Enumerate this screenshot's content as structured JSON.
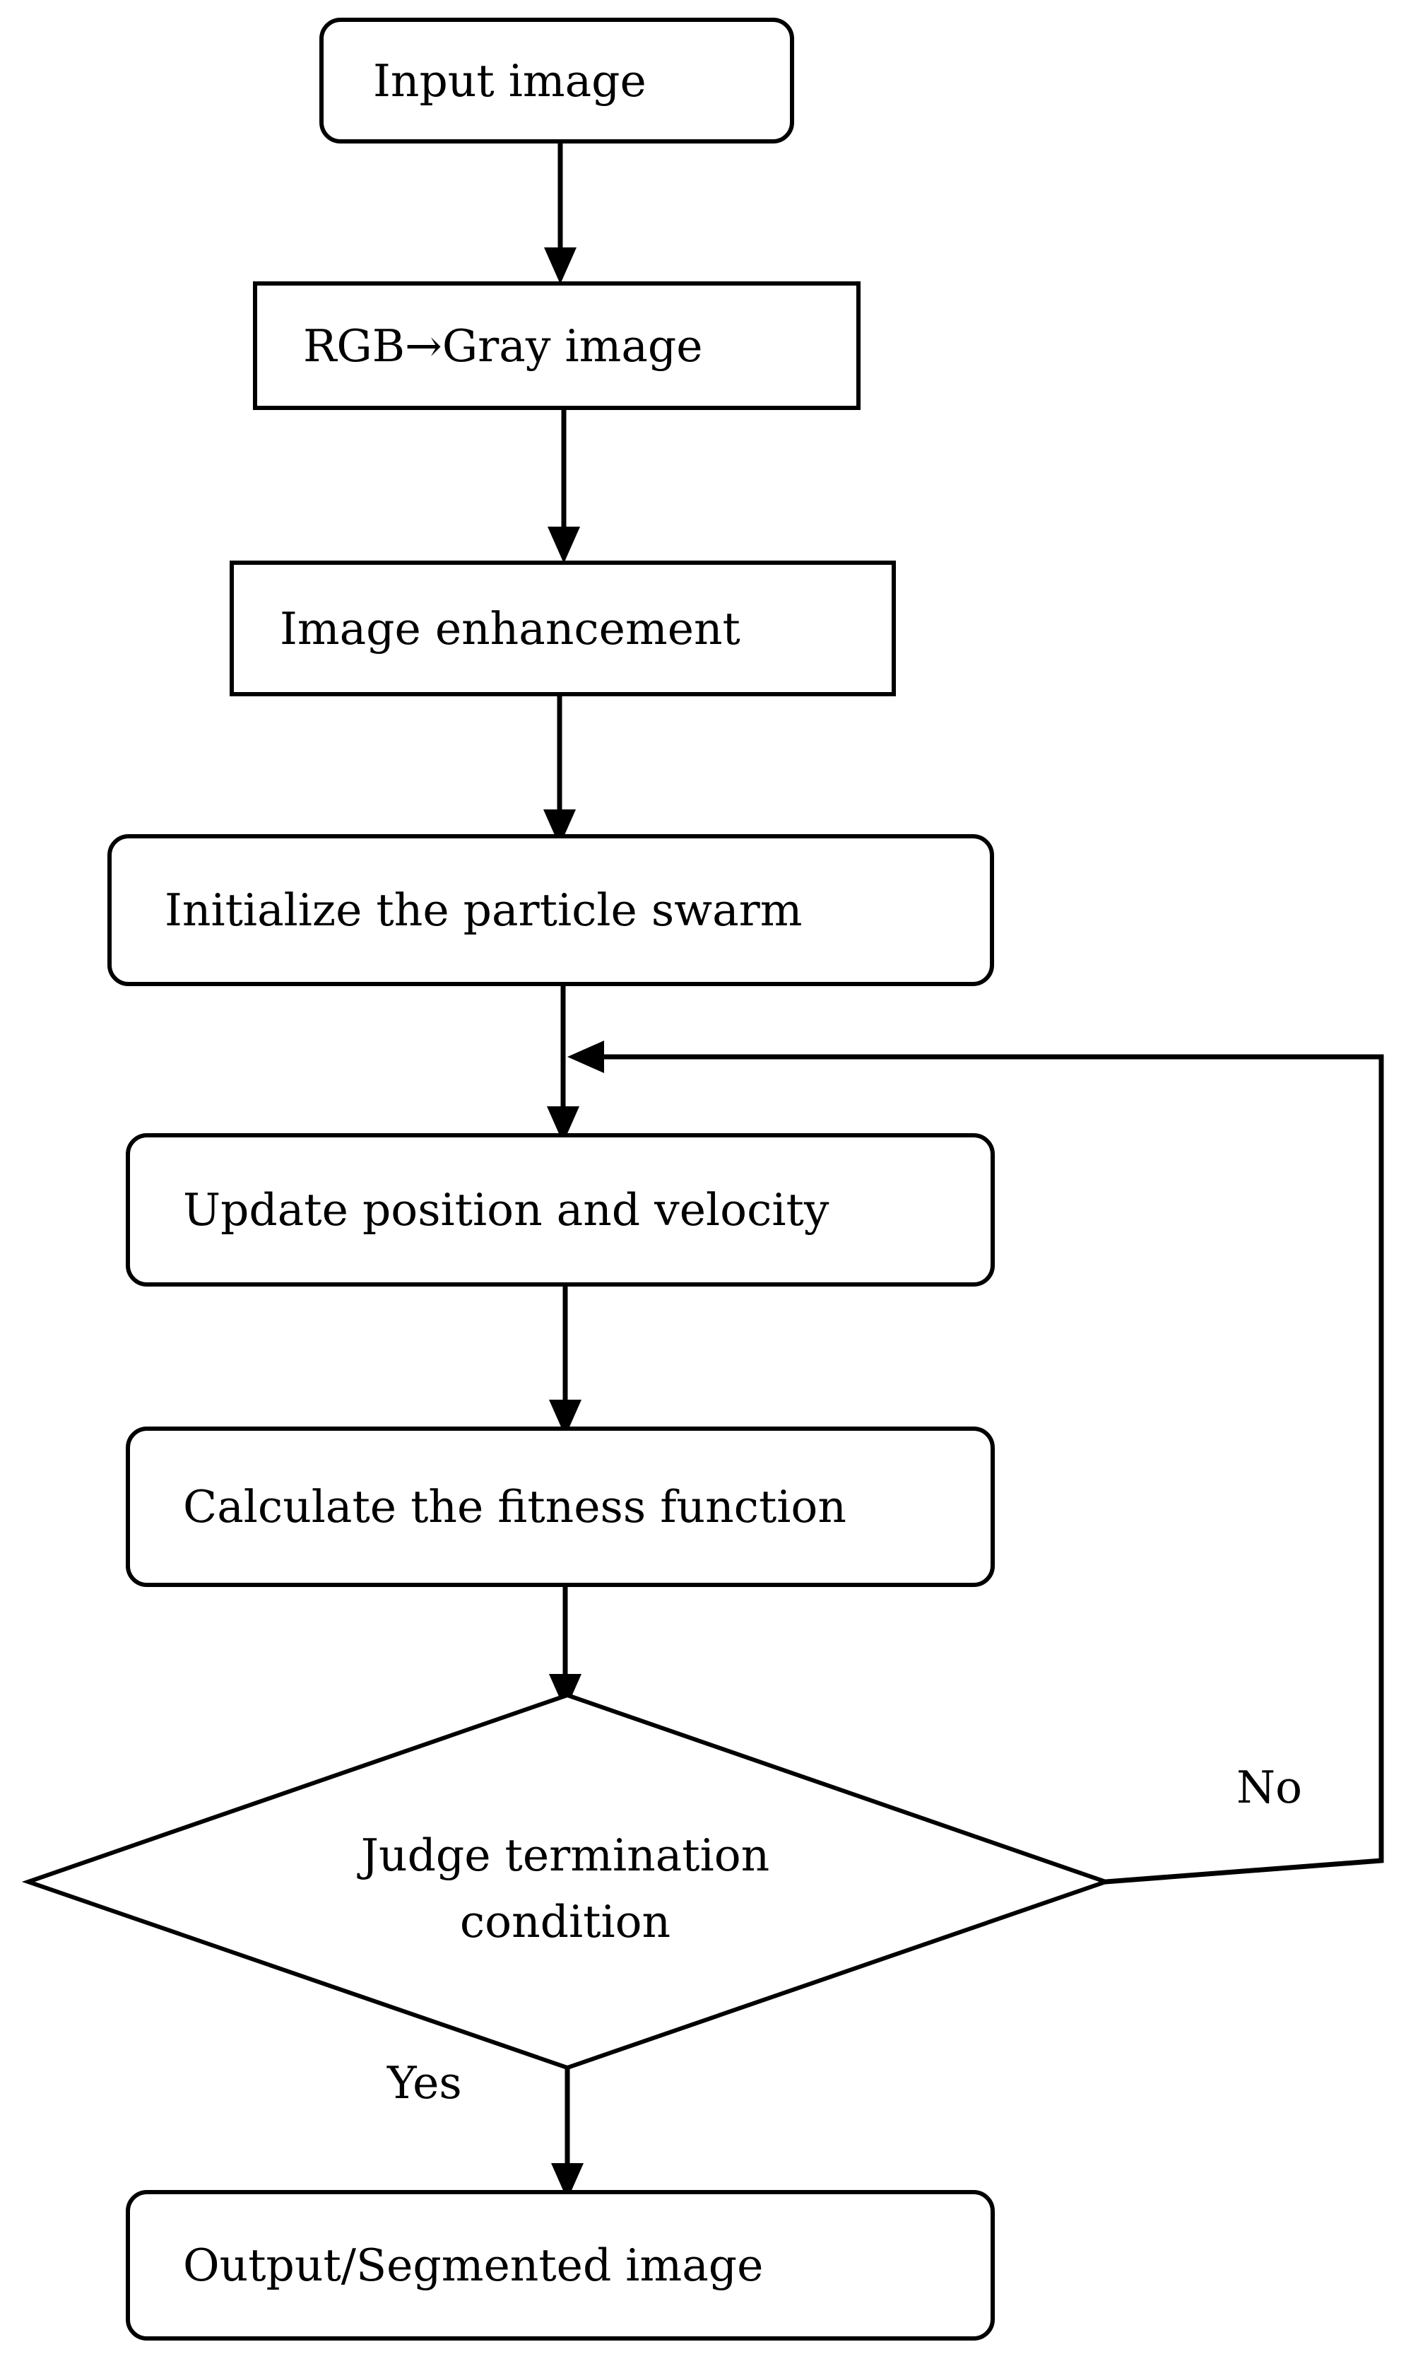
{
  "nodes": {
    "input": {
      "label": "Input image"
    },
    "gray": {
      "label": "RGB→Gray image"
    },
    "enhance": {
      "label": "Image enhancement"
    },
    "init": {
      "label": "Initialize the particle swarm"
    },
    "update": {
      "label": "Update position and velocity"
    },
    "fitness": {
      "label": "Calculate the fitness function"
    },
    "judge": {
      "line1": "Judge termination",
      "line2": "condition"
    },
    "output": {
      "label": "Output/Segmented image"
    }
  },
  "edges": {
    "no_label": "No",
    "yes_label": "Yes"
  }
}
